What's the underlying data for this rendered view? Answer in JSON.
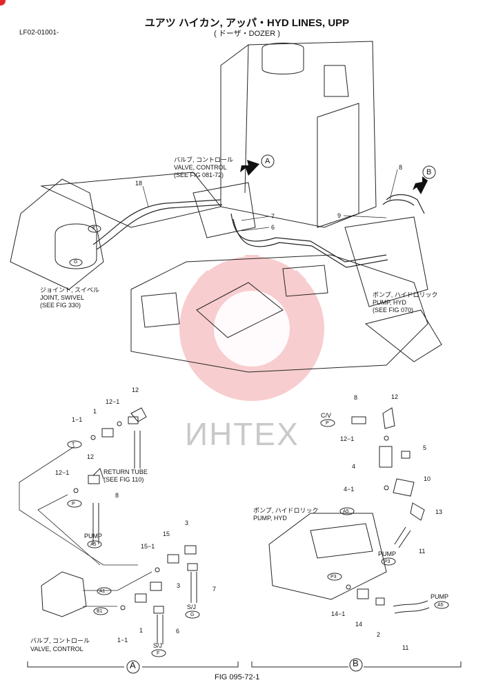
{
  "header": {
    "code": "LF02-01001-",
    "title": "ユアツ ハイカン, アッパ・HYD LINES, UPP",
    "subtitle": "( ドーザ・DOZER )"
  },
  "watermark": "ИНТЕХ",
  "top_view": {
    "valve_label": [
      "バルブ, コントロール",
      "VALVE, CONTROL",
      "(SEE FIG 081-72)"
    ],
    "swivel_label": [
      "ジョイント, スイベル",
      "JOINT, SWIVEL",
      "(SEE FIG 330)"
    ],
    "pump_label": [
      "ポンプ, ハイドロリック",
      "PUMP, HYD",
      "(SEE FIG 070)"
    ],
    "callouts": {
      "a": "A",
      "b": "B"
    },
    "parts": {
      "p18": "18",
      "p7": "7",
      "p6": "6",
      "p8": "8",
      "p9": "9"
    },
    "ports": {
      "f": "F",
      "g": "G"
    }
  },
  "detail_a": {
    "parts": {
      "p12a": "12",
      "p12_1a": "12−1",
      "p1a": "1",
      "p1_1a": "1−1",
      "p12b": "12",
      "p12_1b": "12−1",
      "p8": "8",
      "p15": "15",
      "p15_1": "15−1",
      "p3a": "3",
      "p3b": "3",
      "p7": "7",
      "p1b": "1",
      "p1_1b": "1−1",
      "p6": "6"
    },
    "ports": {
      "t": "T",
      "p": "P",
      "a5": "A5",
      "a1": "A1",
      "b1": "B1",
      "g": "G",
      "f": "F"
    },
    "return_tube": [
      "RETURN TUBE",
      "(SEE FIG 110)"
    ],
    "pump": "PUMP",
    "sj1": "S/J",
    "sj2": "S/J",
    "valve": [
      "バルブ, コントロール",
      "VALVE, CONTROL"
    ],
    "label": "A"
  },
  "detail_b": {
    "parts": {
      "p8": "8",
      "p12": "12",
      "p12_1": "12−1",
      "p5": "5",
      "p4": "4",
      "p10": "10",
      "p4_1": "4−1",
      "p13": "13",
      "p11a": "11",
      "p14_1": "14−1",
      "p14": "14",
      "p2": "2",
      "p11b": "11"
    },
    "cv": "C/V",
    "ports": {
      "p": "P",
      "a5": "A5",
      "p3a": "P3",
      "p3b": "P3",
      "a5b": "A5"
    },
    "pump_label": [
      "ポンプ, ハイドロリック",
      "PUMP, HYD"
    ],
    "pump1": "PUMP",
    "pump2": "PUMP",
    "label": "B"
  },
  "footer": {
    "fig": "FIG 095-72-1"
  }
}
